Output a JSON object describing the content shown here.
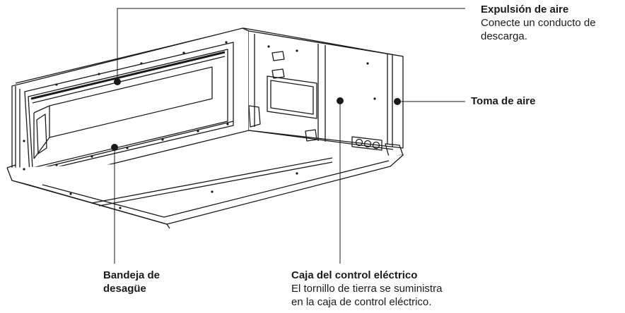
{
  "labels": {
    "expulsion": {
      "title": "Expulsión de aire",
      "desc_line1": "Conecte un conducto de",
      "desc_line2": "descarga."
    },
    "toma": {
      "title": "Toma de aire"
    },
    "bandeja": {
      "title_line1": "Bandeja de",
      "title_line2": "desagüe"
    },
    "caja": {
      "title": "Caja del control eléctrico",
      "desc_line1": "El tornillo de tierra se suministra",
      "desc_line2": "en la caja de control eléctrico."
    }
  },
  "colors": {
    "line": "#1a1a1a",
    "background": "#ffffff"
  }
}
